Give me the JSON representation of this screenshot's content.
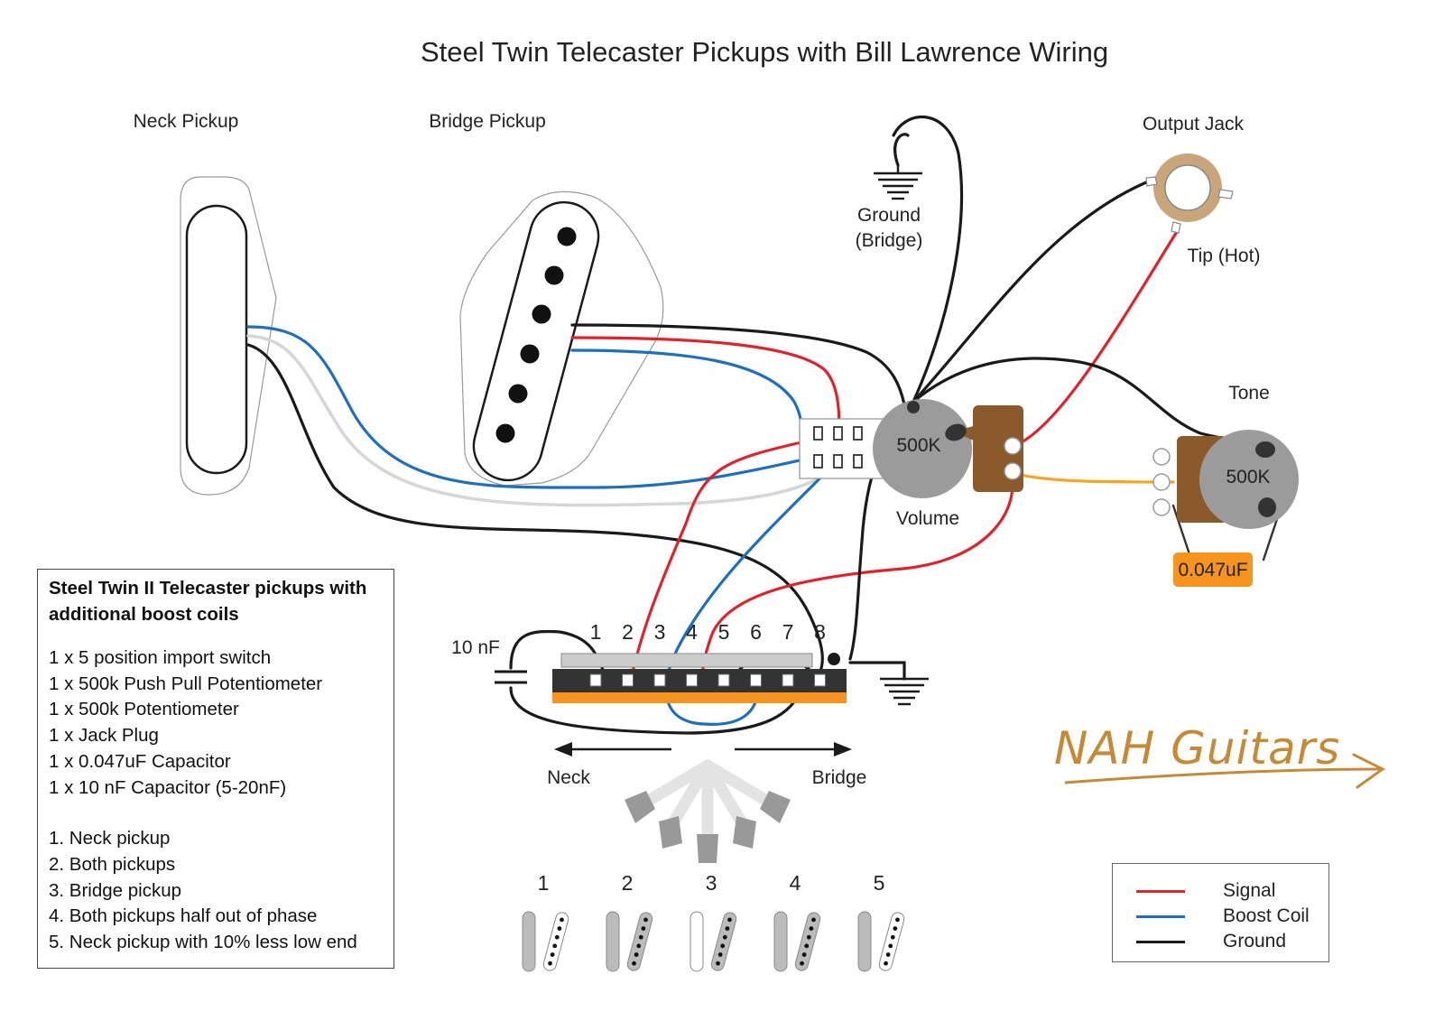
{
  "title": "Steel Twin Telecaster Pickups with Bill Lawrence Wiring",
  "labels": {
    "neck_pickup": "Neck Pickup",
    "bridge_pickup": "Bridge Pickup",
    "ground_line1": "Ground",
    "ground_line2": "(Bridge)",
    "output_jack": "Output Jack",
    "tip_hot": "Tip (Hot)",
    "tone": "Tone",
    "volume": "Volume",
    "volume_value": "500K",
    "tone_value": "500K",
    "capacitor_tone": "0.047uF",
    "capacitor_switch": "10 nF",
    "neck_arrow": "Neck",
    "bridge_arrow": "Bridge"
  },
  "switch_lugs": [
    "1",
    "2",
    "3",
    "4",
    "5",
    "6",
    "7",
    "8"
  ],
  "positions": [
    "1",
    "2",
    "3",
    "4",
    "5"
  ],
  "parts_list": {
    "heading_line1": "Steel Twin II Telecaster pickups with",
    "heading_line2": "additional boost coils",
    "parts": [
      "1 x 5 position import switch",
      "1 x 500k Push Pull Potentiometer",
      "1 x 500k Potentiometer",
      "1 x  Jack Plug",
      "1 x 0.047uF Capacitor",
      "1 x 10 nF Capacitor (5-20nF)"
    ],
    "modes": [
      "1. Neck pickup",
      "2. Both pickups",
      "3. Bridge pickup",
      "4. Both pickups half out of phase",
      "5. Neck pickup with 10% less low end"
    ]
  },
  "legend": [
    {
      "label": "Signal",
      "color": "#e0232a"
    },
    {
      "label": "Boost Coil",
      "color": "#1f6fba"
    },
    {
      "label": "Ground",
      "color": "#1a1a1a"
    }
  ],
  "brand": "NAH Guitars",
  "colors": {
    "signal": "#e0232a",
    "boost": "#1f6fba",
    "ground": "#1a1a1a",
    "neck_white": "#d6d6d6",
    "tone_wire": "#f5a623",
    "pot_body": "#9b9b9b",
    "pot_lug_board": "#8b5a2b",
    "capacitor": "#f7941d",
    "switch_bar": "#f7941d",
    "brand": "#c58a36"
  }
}
